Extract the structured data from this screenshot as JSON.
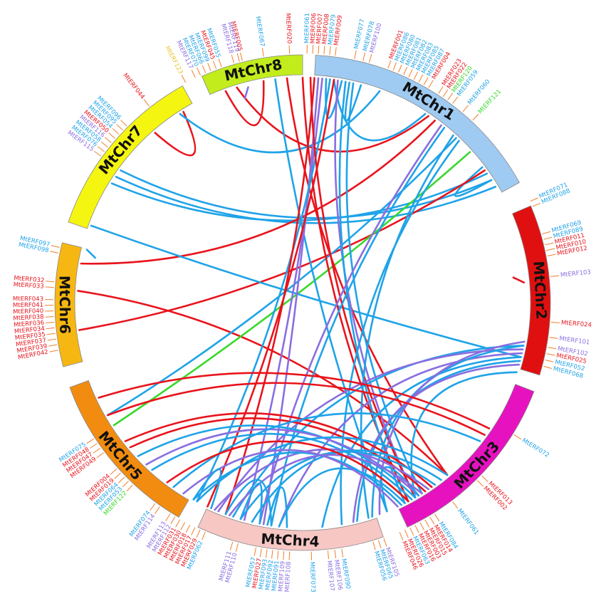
{
  "colors": {
    "red": "#e8141c",
    "blue": "#1fa3e8",
    "purple": "#8a6ee0",
    "green": "#39d82c",
    "yellow": "#e8c530",
    "tick": "#f07f2a"
  },
  "chromosomes": [
    {
      "name": "MtChr1",
      "color": "#9fcbf2",
      "start": 3,
      "end": 61
    },
    {
      "name": "MtChr2",
      "color": "#e01010",
      "start": 67,
      "end": 107
    },
    {
      "name": "MtChr3",
      "color": "#e612c0",
      "start": 111,
      "end": 155
    },
    {
      "name": "MtChr4",
      "color": "#f7c7c4",
      "start": 161,
      "end": 205
    },
    {
      "name": "MtChr5",
      "color": "#f28c10",
      "start": 210,
      "end": 250
    },
    {
      "name": "MtChr6",
      "color": "#f7b712",
      "start": 255,
      "end": 284
    },
    {
      "name": "MtChr7",
      "color": "#f5f512",
      "start": 289,
      "end": 331
    },
    {
      "name": "MtChr8",
      "color": "#c2ec1c",
      "start": 336,
      "end": 360
    }
  ],
  "genes": [
    {
      "id": "MtERF005",
      "angle": 346,
      "color": "red"
    },
    {
      "id": "MtERF067",
      "angle": 351,
      "color": "blue"
    },
    {
      "id": "MtERF020",
      "angle": 357,
      "color": "red"
    },
    {
      "id": "MtERF061",
      "angle": 1,
      "color": "blue"
    },
    {
      "id": "MtERF006",
      "angle": 2.3,
      "color": "red"
    },
    {
      "id": "MtERF007",
      "angle": 3.6,
      "color": "red"
    },
    {
      "id": "MtERF008",
      "angle": 4.9,
      "color": "red"
    },
    {
      "id": "MtERF079",
      "angle": 6.2,
      "color": "blue"
    },
    {
      "id": "MtERF009",
      "angle": 7.5,
      "color": "red"
    },
    {
      "id": "MtERF077",
      "angle": 12,
      "color": "blue"
    },
    {
      "id": "MtERF078",
      "angle": 14,
      "color": "blue"
    },
    {
      "id": "MtERF100",
      "angle": 15.5,
      "color": "purple"
    },
    {
      "id": "MtERF001",
      "angle": 20,
      "color": "red"
    },
    {
      "id": "MtERF086",
      "angle": 21.3,
      "color": "blue"
    },
    {
      "id": "MtERF080",
      "angle": 22.6,
      "color": "blue"
    },
    {
      "id": "MtERF081",
      "angle": 23.9,
      "color": "blue"
    },
    {
      "id": "MtERF082",
      "angle": 25.2,
      "color": "blue"
    },
    {
      "id": "MtERF083",
      "angle": 26.5,
      "color": "blue"
    },
    {
      "id": "MtERF085",
      "angle": 27.8,
      "color": "blue"
    },
    {
      "id": "MtERF087",
      "angle": 29.1,
      "color": "blue"
    },
    {
      "id": "MtERF004",
      "angle": 30.4,
      "color": "red"
    },
    {
      "id": "MtERF023",
      "angle": 33,
      "color": "red"
    },
    {
      "id": "MtERF022",
      "angle": 34.3,
      "color": "red"
    },
    {
      "id": "MtERF120",
      "angle": 35.6,
      "color": "green"
    },
    {
      "id": "MtERF059",
      "angle": 37,
      "color": "blue"
    },
    {
      "id": "MtERF060",
      "angle": 40,
      "color": "blue"
    },
    {
      "id": "MtERF121",
      "angle": 43,
      "color": "green"
    },
    {
      "id": "MtERF071",
      "angle": 66,
      "color": "blue"
    },
    {
      "id": "MtERF088",
      "angle": 67.3,
      "color": "blue"
    },
    {
      "id": "MtERF069",
      "angle": 74,
      "color": "blue"
    },
    {
      "id": "MtERF089",
      "angle": 75.3,
      "color": "blue"
    },
    {
      "id": "MtERF011",
      "angle": 76.6,
      "color": "red"
    },
    {
      "id": "MtERF010",
      "angle": 77.9,
      "color": "red"
    },
    {
      "id": "MtERF012",
      "angle": 79.2,
      "color": "red"
    },
    {
      "id": "MtERF103",
      "angle": 84,
      "color": "purple"
    },
    {
      "id": "MtERF024",
      "angle": 94.5,
      "color": "red"
    },
    {
      "id": "MtERF101",
      "angle": 98,
      "color": "purple"
    },
    {
      "id": "MtERF102",
      "angle": 100.3,
      "color": "purple"
    },
    {
      "id": "MtERF025",
      "angle": 101.8,
      "color": "red"
    },
    {
      "id": "MtERF052",
      "angle": 103.3,
      "color": "blue"
    },
    {
      "id": "MtERF068",
      "angle": 104.8,
      "color": "blue"
    },
    {
      "id": "MtERF072",
      "angle": 122,
      "color": "blue"
    },
    {
      "id": "MtERF013",
      "angle": 134,
      "color": "red"
    },
    {
      "id": "MtERF002",
      "angle": 135.5,
      "color": "red"
    },
    {
      "id": "MtERF061",
      "angle": 143,
      "color": "blue"
    },
    {
      "id": "MtERF084",
      "angle": 148,
      "color": "blue"
    },
    {
      "id": "MtERF014",
      "angle": 149.3,
      "color": "red"
    },
    {
      "id": "MtERF015",
      "angle": 150.6,
      "color": "red"
    },
    {
      "id": "MtERF003",
      "angle": 151.9,
      "color": "red"
    },
    {
      "id": "MtERF016",
      "angle": 153.2,
      "color": "red"
    },
    {
      "id": "MtERF063",
      "angle": 154.5,
      "color": "blue"
    },
    {
      "id": "MtERF026",
      "angle": 155.8,
      "color": "red"
    },
    {
      "id": "MtERF046",
      "angle": 157.1,
      "color": "red"
    },
    {
      "id": "MtERF105",
      "angle": 161,
      "color": "purple"
    },
    {
      "id": "MtERF065",
      "angle": 162.3,
      "color": "blue"
    },
    {
      "id": "MtERF056",
      "angle": 163.6,
      "color": "blue"
    },
    {
      "id": "MtERF090",
      "angle": 171,
      "color": "blue"
    },
    {
      "id": "MtERF106",
      "angle": 172.6,
      "color": "purple"
    },
    {
      "id": "MtERF107",
      "angle": 174.2,
      "color": "purple"
    },
    {
      "id": "MtERF073",
      "angle": 178,
      "color": "blue"
    },
    {
      "id": "MtERF108",
      "angle": 183,
      "color": "purple"
    },
    {
      "id": "MtERF109",
      "angle": 184.3,
      "color": "purple"
    },
    {
      "id": "MtERF091",
      "angle": 185.6,
      "color": "blue"
    },
    {
      "id": "MtERF092",
      "angle": 186.9,
      "color": "blue"
    },
    {
      "id": "MtERF093",
      "angle": 188.2,
      "color": "blue"
    },
    {
      "id": "MtERF027",
      "angle": 189.5,
      "color": "red"
    },
    {
      "id": "MtERF057",
      "angle": 190.8,
      "color": "blue"
    },
    {
      "id": "MtERF110",
      "angle": 195,
      "color": "purple"
    },
    {
      "id": "MtERF111",
      "angle": 196.3,
      "color": "purple"
    },
    {
      "id": "MtERF062",
      "angle": 203,
      "color": "blue"
    },
    {
      "id": "MtERF029",
      "angle": 204.3,
      "color": "red"
    },
    {
      "id": "MtERF017",
      "angle": 205.6,
      "color": "red"
    },
    {
      "id": "MtERF018",
      "angle": 206.9,
      "color": "red"
    },
    {
      "id": "MtERF030",
      "angle": 208.2,
      "color": "red"
    },
    {
      "id": "MtERF031",
      "angle": 209.5,
      "color": "red"
    },
    {
      "id": "MtERF112",
      "angle": 210.8,
      "color": "purple"
    },
    {
      "id": "MtERF113",
      "angle": 212.1,
      "color": "purple"
    },
    {
      "id": "MtERF114",
      "angle": 215,
      "color": "purple"
    },
    {
      "id": "MtERF074",
      "angle": 216.3,
      "color": "blue"
    },
    {
      "id": "MtERF122",
      "angle": 223,
      "color": "green"
    },
    {
      "id": "MtERF053",
      "angle": 224.3,
      "color": "blue"
    },
    {
      "id": "MtERF064",
      "angle": 225.6,
      "color": "blue"
    },
    {
      "id": "MtERF019",
      "angle": 226.9,
      "color": "red"
    },
    {
      "id": "MtERF004",
      "angle": 228.2,
      "color": "red"
    },
    {
      "id": "MtERF049",
      "angle": 233,
      "color": "red"
    },
    {
      "id": "MtERF047",
      "angle": 234.3,
      "color": "red"
    },
    {
      "id": "MtERF048",
      "angle": 235.6,
      "color": "red"
    },
    {
      "id": "MtERF075",
      "angle": 236.9,
      "color": "blue"
    },
    {
      "id": "MtERF042",
      "angle": 259,
      "color": "red"
    },
    {
      "id": "MtERF039",
      "angle": 260.3,
      "color": "red"
    },
    {
      "id": "MtERF037",
      "angle": 261.6,
      "color": "red"
    },
    {
      "id": "MtERF035",
      "angle": 262.9,
      "color": "red"
    },
    {
      "id": "MtERF034",
      "angle": 264.2,
      "color": "red"
    },
    {
      "id": "MtERF036",
      "angle": 265.5,
      "color": "red"
    },
    {
      "id": "MtERF038",
      "angle": 266.8,
      "color": "red"
    },
    {
      "id": "MtERF040",
      "angle": 268.1,
      "color": "red"
    },
    {
      "id": "MtERF041",
      "angle": 269.4,
      "color": "red"
    },
    {
      "id": "MtERF043",
      "angle": 270.7,
      "color": "red"
    },
    {
      "id": "MtERF033",
      "angle": 273.5,
      "color": "red"
    },
    {
      "id": "MtERF032",
      "angle": 274.8,
      "color": "red"
    },
    {
      "id": "MtERF098",
      "angle": 281.5,
      "color": "blue"
    },
    {
      "id": "MtERF097",
      "angle": 282.8,
      "color": "blue"
    },
    {
      "id": "MtERF115",
      "angle": 306,
      "color": "purple"
    },
    {
      "id": "MtERF076",
      "angle": 307.3,
      "color": "blue"
    },
    {
      "id": "MtERF058",
      "angle": 308.6,
      "color": "blue"
    },
    {
      "id": "MtERF116",
      "angle": 309.9,
      "color": "purple"
    },
    {
      "id": "MtERF050",
      "angle": 311.2,
      "color": "red"
    },
    {
      "id": "MtERF054",
      "angle": 312.5,
      "color": "blue"
    },
    {
      "id": "MtERF095",
      "angle": 313.8,
      "color": "blue"
    },
    {
      "id": "MtERF096",
      "angle": 315.1,
      "color": "blue"
    },
    {
      "id": "MtERF044",
      "angle": 322,
      "color": "red"
    },
    {
      "id": "MtERF123",
      "angle": 332,
      "color": "yellow"
    },
    {
      "id": "MtERF117",
      "angle": 334.5,
      "color": "purple"
    },
    {
      "id": "MtERF070",
      "angle": 335.8,
      "color": "blue"
    },
    {
      "id": "MtERF066",
      "angle": 337.1,
      "color": "blue"
    },
    {
      "id": "MtERF099",
      "angle": 338.4,
      "color": "blue"
    },
    {
      "id": "MtERF045",
      "angle": 339.7,
      "color": "red"
    },
    {
      "id": "MtERF055",
      "angle": 341,
      "color": "blue"
    },
    {
      "id": "MtERF118",
      "angle": 344,
      "color": "purple"
    },
    {
      "id": "MtERF119",
      "angle": 345.3,
      "color": "purple"
    }
  ],
  "links": [
    {
      "from": 343,
      "to": 34,
      "color": "red"
    },
    {
      "from": 350,
      "to": 340,
      "color": "red"
    },
    {
      "from": 319,
      "to": 328,
      "color": "red"
    },
    {
      "from": 304,
      "to": 59,
      "color": "blue"
    },
    {
      "from": 306,
      "to": 57,
      "color": "blue"
    },
    {
      "from": 302,
      "to": 55,
      "color": "blue"
    },
    {
      "from": 327,
      "to": 20,
      "color": "blue"
    },
    {
      "from": 12,
      "to": 15,
      "color": "blue"
    },
    {
      "from": 8,
      "to": 33,
      "color": "blue"
    },
    {
      "from": 6,
      "to": 10,
      "color": "blue"
    },
    {
      "from": 53,
      "to": 57,
      "color": "blue"
    },
    {
      "from": 280,
      "to": 36,
      "color": "red"
    },
    {
      "from": 263,
      "to": 54,
      "color": "red"
    },
    {
      "from": 273,
      "to": 140,
      "color": "red"
    },
    {
      "from": 237,
      "to": 48,
      "color": "green"
    },
    {
      "from": 240,
      "to": 43,
      "color": "blue"
    },
    {
      "from": 290,
      "to": 104,
      "color": "blue"
    },
    {
      "from": 356,
      "to": 140,
      "color": "red"
    },
    {
      "from": 0,
      "to": 152,
      "color": "red"
    },
    {
      "from": 353,
      "to": 158,
      "color": "blue"
    },
    {
      "from": 4,
      "to": 190,
      "color": "purple"
    },
    {
      "from": 5,
      "to": 195,
      "color": "purple"
    },
    {
      "from": 7,
      "to": 208,
      "color": "blue"
    },
    {
      "from": 3,
      "to": 200,
      "color": "red"
    },
    {
      "from": 8,
      "to": 205,
      "color": "red"
    },
    {
      "from": 9,
      "to": 150,
      "color": "purple"
    },
    {
      "from": 2,
      "to": 150,
      "color": "red"
    },
    {
      "from": 11,
      "to": 153,
      "color": "blue"
    },
    {
      "from": 13,
      "to": 148,
      "color": "blue"
    },
    {
      "from": 42,
      "to": 163,
      "color": "blue"
    },
    {
      "from": 44,
      "to": 170,
      "color": "blue"
    },
    {
      "from": 39,
      "to": 188,
      "color": "blue"
    },
    {
      "from": 38,
      "to": 191,
      "color": "purple"
    },
    {
      "from": 101,
      "to": 198,
      "color": "blue"
    },
    {
      "from": 102,
      "to": 202,
      "color": "purple"
    },
    {
      "from": 103,
      "to": 186,
      "color": "purple"
    },
    {
      "from": 104,
      "to": 175,
      "color": "blue"
    },
    {
      "from": 105,
      "to": 166,
      "color": "blue"
    },
    {
      "from": 101,
      "to": 162,
      "color": "blue"
    },
    {
      "from": 100,
      "to": 160,
      "color": "purple"
    },
    {
      "from": 106,
      "to": 167,
      "color": "purple"
    },
    {
      "from": 108,
      "to": 150,
      "color": "blue"
    },
    {
      "from": 124,
      "to": 245,
      "color": "red"
    },
    {
      "from": 126,
      "to": 240,
      "color": "red"
    },
    {
      "from": 145,
      "to": 232,
      "color": "red"
    },
    {
      "from": 147,
      "to": 230,
      "color": "red"
    },
    {
      "from": 150,
      "to": 227,
      "color": "blue"
    },
    {
      "from": 149,
      "to": 224,
      "color": "purple"
    },
    {
      "from": 151,
      "to": 222,
      "color": "blue"
    },
    {
      "from": 146,
      "to": 203,
      "color": "purple"
    },
    {
      "from": 144,
      "to": 196,
      "color": "blue"
    },
    {
      "from": 142,
      "to": 193,
      "color": "blue"
    },
    {
      "from": 140,
      "to": 208,
      "color": "blue"
    },
    {
      "from": 128,
      "to": 215,
      "color": "blue"
    },
    {
      "from": 149,
      "to": 158,
      "color": "blue"
    },
    {
      "from": 148,
      "to": 199,
      "color": "purple"
    },
    {
      "from": 153,
      "to": 186,
      "color": "blue"
    },
    {
      "from": 154,
      "to": 209,
      "color": "blue"
    },
    {
      "from": 155,
      "to": 212,
      "color": "purple"
    },
    {
      "from": 191,
      "to": 196,
      "color": "blue"
    },
    {
      "from": 188,
      "to": 200,
      "color": "blue"
    },
    {
      "from": 204,
      "to": 209,
      "color": "blue"
    },
    {
      "from": 184,
      "to": 189,
      "color": "blue"
    },
    {
      "from": 152,
      "to": 217,
      "color": "red"
    }
  ],
  "intra_marks": [
    {
      "angle": 345,
      "color": "purple"
    },
    {
      "angle": 84,
      "color": "red"
    },
    {
      "angle": 283,
      "color": "blue"
    }
  ]
}
